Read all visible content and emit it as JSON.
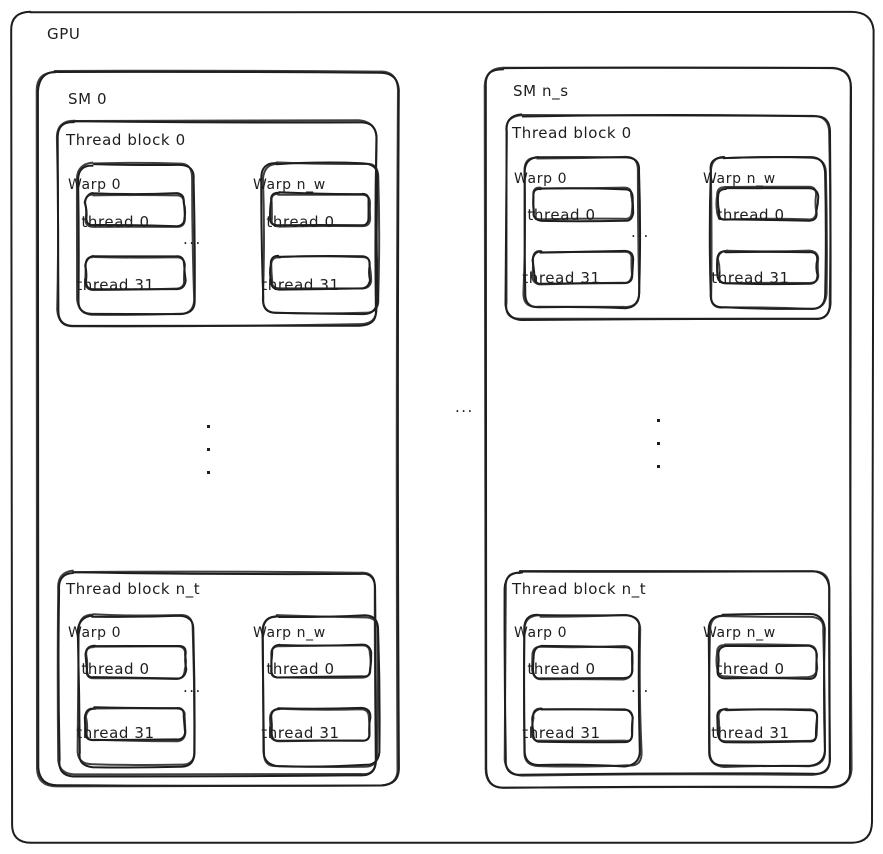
{
  "diagram": {
    "title": "GPU",
    "style": "hand-drawn",
    "stroke_color": "#1e1e1e",
    "background_color": "#ffffff",
    "ellipsis_horizontal": "...",
    "sms": [
      {
        "label": "SM 0",
        "thread_blocks": [
          {
            "label": "Thread block 0",
            "warps": [
              {
                "label": "Warp 0",
                "threads": [
                  "thread 0",
                  "thread 31"
                ]
              },
              {
                "label": "Warp n_w",
                "threads": [
                  "thread 0",
                  "thread 31"
                ]
              }
            ],
            "warp_ellipsis": "..."
          },
          {
            "label": "Thread block n_t",
            "warps": [
              {
                "label": "Warp 0",
                "threads": [
                  "thread 0",
                  "thread 31"
                ]
              },
              {
                "label": "Warp n_w",
                "threads": [
                  "thread 0",
                  "thread 31"
                ]
              }
            ],
            "warp_ellipsis": "..."
          }
        ],
        "block_ellipsis_vertical": "⋮"
      },
      {
        "label": "SM n_s",
        "thread_blocks": [
          {
            "label": "Thread block 0",
            "warps": [
              {
                "label": "Warp 0",
                "threads": [
                  "thread 0",
                  "thread 31"
                ]
              },
              {
                "label": "Warp n_w",
                "threads": [
                  "thread 0",
                  "thread 31"
                ]
              }
            ],
            "warp_ellipsis": "..."
          },
          {
            "label": "Thread block n_t",
            "warps": [
              {
                "label": "Warp 0",
                "threads": [
                  "thread 0",
                  "thread 31"
                ]
              },
              {
                "label": "Warp n_w",
                "threads": [
                  "thread 0",
                  "thread 31"
                ]
              }
            ],
            "warp_ellipsis": "..."
          }
        ],
        "block_ellipsis_vertical": "⋮"
      }
    ],
    "sm_ellipsis": "..."
  }
}
